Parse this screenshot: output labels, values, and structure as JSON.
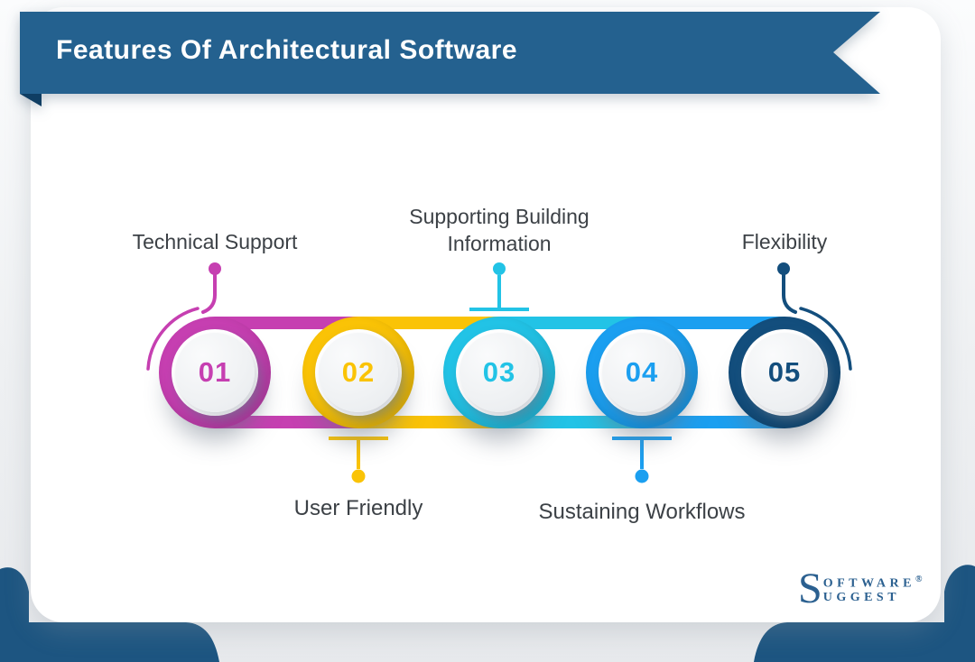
{
  "header": {
    "title": "Features Of Architectural Software"
  },
  "steps": [
    {
      "number": "01",
      "label": "Technical Support",
      "color": "#c63fb1",
      "label_position": "top"
    },
    {
      "number": "02",
      "label": "User Friendly",
      "color": "#fac306",
      "label_position": "bottom"
    },
    {
      "number": "03",
      "label": "Supporting Building Information",
      "color": "#22c3e6",
      "label_position": "top"
    },
    {
      "number": "04",
      "label": "Sustaining Workflows",
      "color": "#1b9ff0",
      "label_position": "bottom"
    },
    {
      "number": "05",
      "label": "Flexibility",
      "color": "#134e7d",
      "label_position": "top"
    }
  ],
  "logo": {
    "initial": "S",
    "line1": "OFTWARE",
    "line2": "UGGEST",
    "registered": "®"
  },
  "colors": {
    "ribbon": "#24618f",
    "ribbon_fold": "#0f3e63",
    "corner_shapes": "#1d5581",
    "label_text": "#3c4146",
    "card_background": "#ffffff"
  }
}
